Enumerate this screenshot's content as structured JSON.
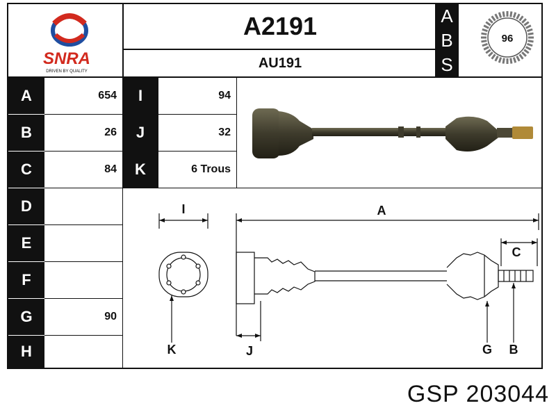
{
  "header": {
    "logo_text": "SNRA",
    "logo_tagline": "DRIVEN BY QUALITY",
    "part_number": "A2191",
    "sub_reference": "AU191",
    "abs_letters": [
      "A",
      "B",
      "S"
    ],
    "abs_teeth": "96"
  },
  "specs": [
    {
      "label": "A",
      "value": "654",
      "label2": "I",
      "value2": "94"
    },
    {
      "label": "B",
      "value": "26",
      "label2": "J",
      "value2": "32"
    },
    {
      "label": "C",
      "value": "84",
      "label2": "K",
      "value2": "6 Trous"
    },
    {
      "label": "D",
      "value": ""
    },
    {
      "label": "E",
      "value": ""
    },
    {
      "label": "F",
      "value": ""
    },
    {
      "label": "G",
      "value": "90"
    },
    {
      "label": "H",
      "value": ""
    }
  ],
  "diagram": {
    "labels": {
      "A": "A",
      "I": "I",
      "C": "C",
      "K": "K",
      "J": "J",
      "G": "G",
      "B": "B"
    }
  },
  "footer": {
    "text": "GSP 203044"
  },
  "colors": {
    "logo_red": "#d22a1e",
    "logo_blue": "#1f4ea0",
    "ink": "#111111"
  }
}
